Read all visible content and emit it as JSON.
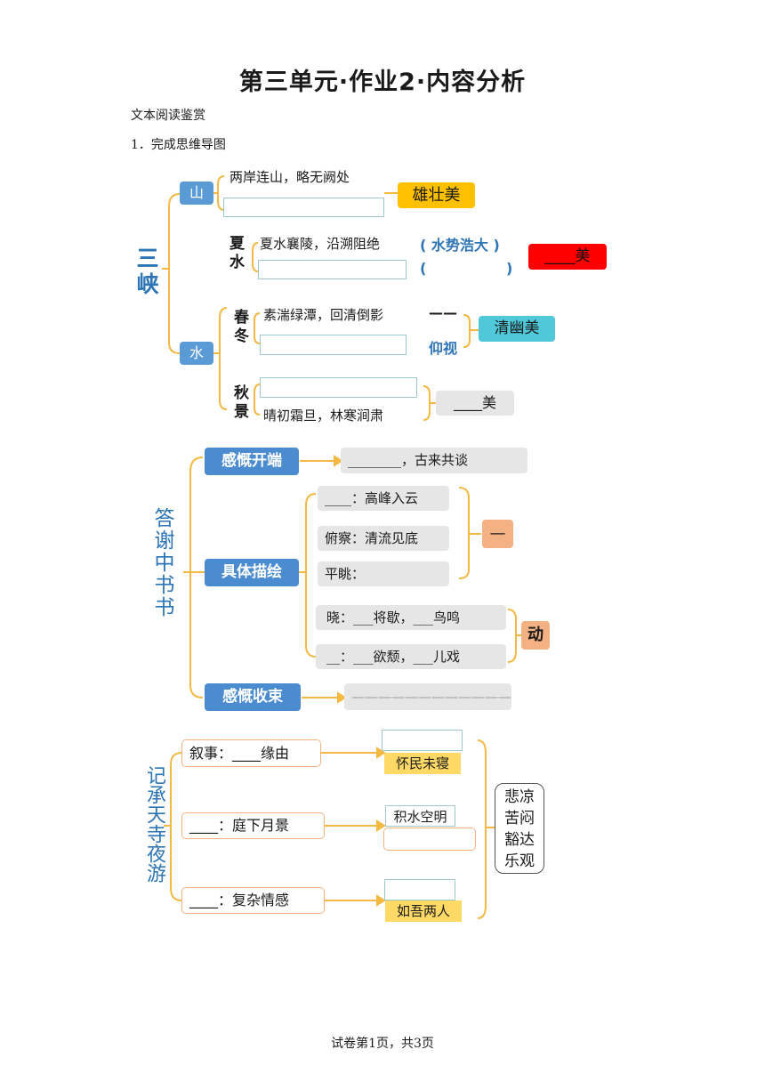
{
  "title": "第三单元·作业2·内容分析",
  "section": "文本阅读鉴赏",
  "question": "1．完成思维导图",
  "sanxia": {
    "label": "三峡",
    "shan": "山",
    "shan_line1": "两岸连山，略无阙处",
    "shan_result": "雄壮美",
    "xiashui_label": "夏水",
    "xiashui_line1": "夏水襄陵，沿溯阻绝",
    "xiashui_note": "( 水势浩大 )",
    "xiashui_paren_open": "(",
    "xiashui_paren_close": ")",
    "xiashui_result": "____美",
    "shui": "水",
    "chundong_label": "春冬",
    "chundong_line1": "素湍绿潭，回清倒影",
    "chundong_dash": "——",
    "chundong_note": "仰视",
    "chundong_result": "清幽美",
    "qiujing_label": "秋景",
    "qiujing_line2": "晴初霜旦，林寒涧肃",
    "qiujing_result": "____美"
  },
  "daxie": {
    "label": "答谢中书书",
    "kaiduan": "感慨开端",
    "kaiduan_text": "________，古来共谈",
    "miaohui": "具体描绘",
    "row1": "____：高峰入云",
    "row2": "俯察：清流见底",
    "row3": "平眺：",
    "still_tag": "—",
    "row4": "晓：___将歇，___鸟鸣",
    "row5": "__：___欲颓，___儿戏",
    "dong_tag": "动",
    "shoushu": "感慨收束",
    "shoushu_text": "————————————"
  },
  "chengtian": {
    "label": "记承天寺夜游",
    "item1": "叙事：____缘由",
    "tag1": "怀民未寝",
    "item2": "____：庭下月景",
    "tag2": "积水空明",
    "item3": "____：复杂情感",
    "tag3": "如吾两人",
    "emotions": [
      "悲凉",
      "苦闷",
      "豁达",
      "乐观"
    ]
  },
  "footer": "试卷第1页，共3页",
  "colors": {
    "blue": "#5b9bd5",
    "orange_line": "#f4b942",
    "yellow": "#ffc000",
    "red": "#ff0000",
    "cyan": "#4fc9d9",
    "peach": "#f4b183",
    "note_blue": "#2e75b6"
  }
}
